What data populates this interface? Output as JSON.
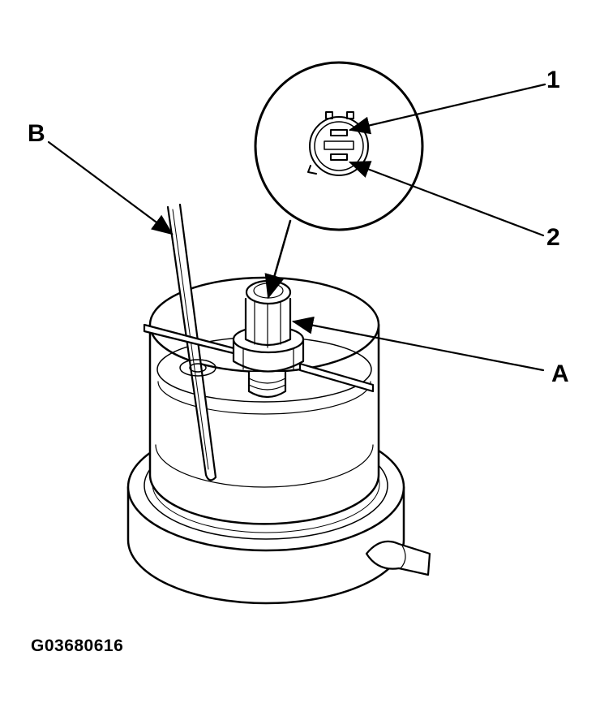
{
  "callouts": {
    "one": "1",
    "two": "2",
    "a": "A",
    "b": "B"
  },
  "figure_code": "G03680616"
}
